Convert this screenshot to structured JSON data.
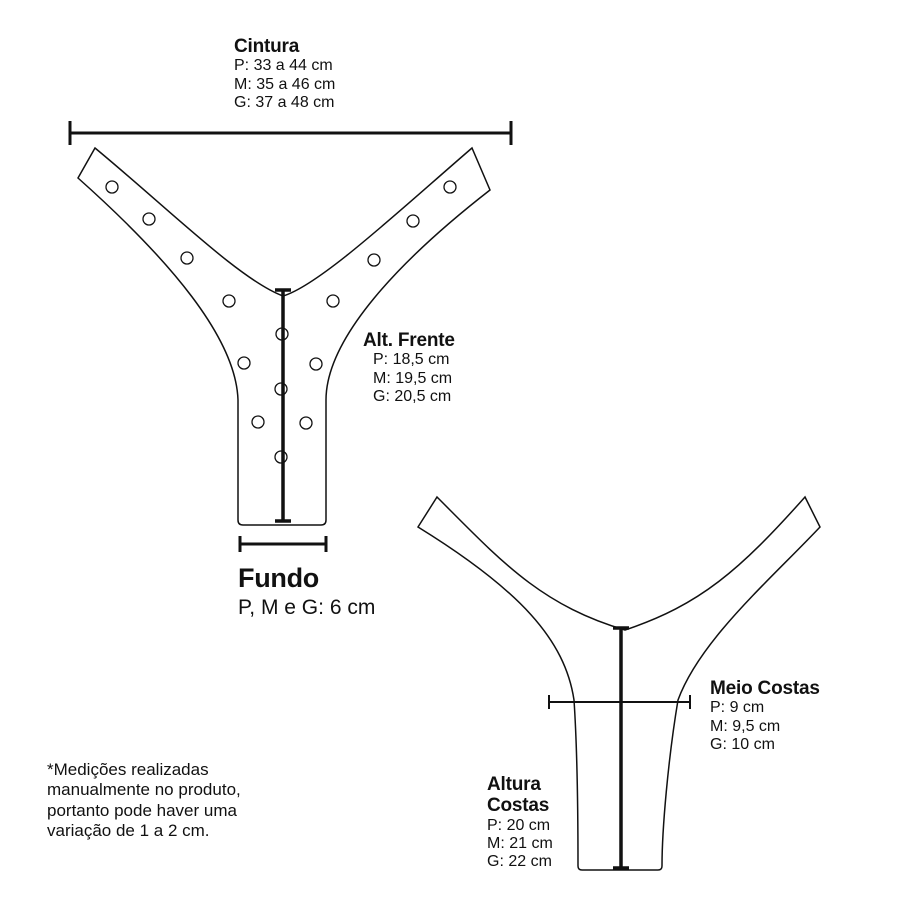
{
  "cintura": {
    "title": "Cintura",
    "lines": [
      "P: 33 a 44 cm",
      "M: 35 a 46 cm",
      "G: 37 a 48 cm"
    ]
  },
  "alt_frente": {
    "title": "Alt. Frente",
    "lines": [
      "P: 18,5 cm",
      "M: 19,5 cm",
      "G: 20,5 cm"
    ]
  },
  "fundo": {
    "title": "Fundo",
    "line": "P, M e G: 6 cm"
  },
  "meio_costas": {
    "title": "Meio Costas",
    "lines": [
      "P: 9 cm",
      "M: 9,5 cm",
      "G: 10 cm"
    ]
  },
  "altura_costas": {
    "title_lines": [
      "Altura",
      "Costas"
    ],
    "lines": [
      "P: 20 cm",
      "M: 21 cm",
      "G: 22 cm"
    ]
  },
  "note": {
    "lines": [
      "*Medições realizadas",
      "manualmente no produto,",
      "portanto pode haver uma",
      "variação de 1 a 2 cm."
    ]
  },
  "colors": {
    "ink": "#111111",
    "background": "#ffffff"
  }
}
